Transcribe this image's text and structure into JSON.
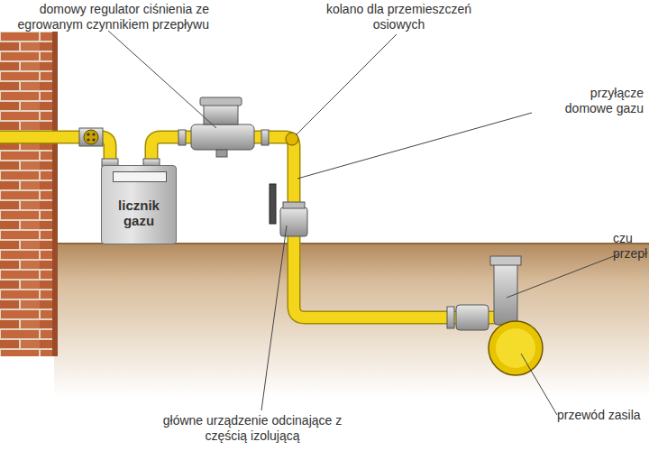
{
  "diagram": {
    "nodes": [
      {
        "text": [
          "licznik gazu"
        ]
      }
    ],
    "labels": [
      "domowy regulator ciśnienia ze egrowanym czynnikiem przepływu",
      "kolano dla przemieszczeń osiowych",
      "przyłącze domowe gazu",
      "czu przepł",
      "przewód zasila",
      "główne urządzenie odcinające z częścią izolującą"
    ]
  }
}
